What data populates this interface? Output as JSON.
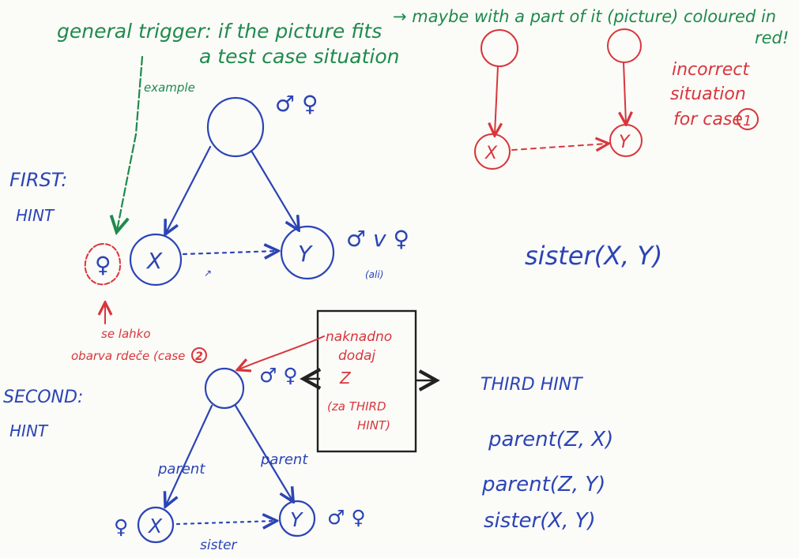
{
  "top": {
    "trigger_line1": "general trigger: if the picture fits",
    "trigger_line2": "a test case situation",
    "maybe_note": "→ maybe with a part of it (picture) coloured in",
    "maybe_note_end": "red!",
    "example_label": "example"
  },
  "labels": {
    "first": "FIRST:",
    "first_hint": "HINT",
    "second": "SECOND:",
    "second_hint": "HINT",
    "third_hint": "THIRD HINT"
  },
  "first_diagram": {
    "x": "X",
    "y": "Y",
    "symbols_top": "♂ ♀",
    "symbols_y": "♂ v ♀",
    "ali_note": "(ali)",
    "female": "♀",
    "red_note_1": "se lahko",
    "red_note_2": "obarva rdeče (case",
    "red_case_2": "2",
    "sister_formula": "sister(X, Y)"
  },
  "incorrect": {
    "x": "X",
    "y": "Y",
    "line1": "incorrect",
    "line2": "situation",
    "line3": "for case",
    "case_num": "1"
  },
  "box_note": {
    "line1": "naknadno",
    "line2": "dodaj",
    "line3": "Z",
    "line4": "(za THIRD",
    "line5": "HINT)"
  },
  "second_diagram": {
    "x": "X",
    "y": "Y",
    "parent_left": "parent",
    "parent_right": "parent",
    "sister": "sister",
    "symbols_top": "♂ ♀",
    "symbols_y": "♂ ♀",
    "female_x": "♀"
  },
  "third": {
    "f1": "parent(Z, X)",
    "f2": "parent(Z, Y)",
    "f3": "sister(X, Y)"
  }
}
